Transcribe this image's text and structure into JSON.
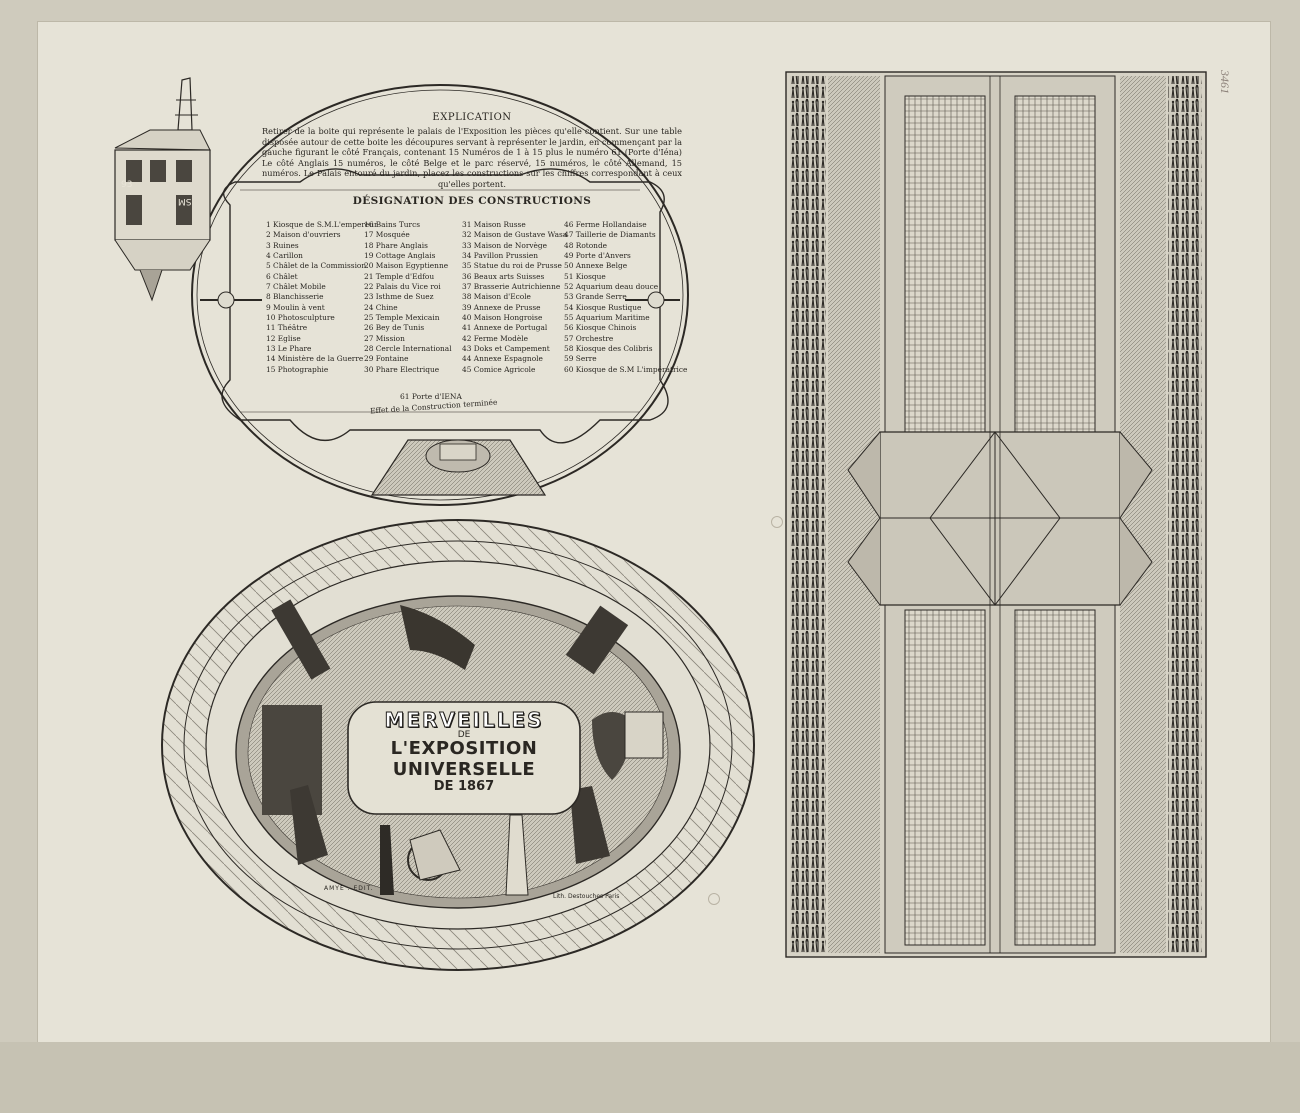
{
  "explication": {
    "title": "EXPLICATION",
    "text": "Retirer de la boite qui représente le palais de l'Exposition les pièces qu'elle contient. Sur une table disposée autour de cette boite les découpures servant à représenter le jardin, en commençant par la gauche figurant le côté Français, contenant 15 Numéros de 1 à 15 plus le numéro 61 (Porte d'Iéna) Le côté Anglais 15 numéros, le côté Belge et le parc réservé, 15 numéros, le côté Allemand, 15 numéros. Le Palais entouré du jardin, placez les constructions sur les chiffres correspondant à ceux qu'elles portent."
  },
  "designation": {
    "title": "DÉSIGNATION DES CONSTRUCTIONS",
    "columns": [
      [
        "1 Kiosque de S.M.L'empereur",
        "2 Maison d'ouvriers",
        "3 Ruines",
        "4 Carillon",
        "5 Châlet de la Commission",
        "6 Châlet",
        "7 Châlet Mobile",
        "8 Blanchisserie",
        "9 Moulin à vent",
        "10 Photosculpture",
        "11 Théâtre",
        "12 Eglise",
        "13 Le Phare",
        "14 Ministère de la Guerre",
        "15 Photographie"
      ],
      [
        "16 Bains Turcs",
        "17 Mosquée",
        "18 Phare Anglais",
        "19 Cottage Anglais",
        "20 Maison Egyptienne",
        "21 Temple d'Edfou",
        "22 Palais du Vice roi",
        "23 Isthme de Suez",
        "24 Chine",
        "25 Temple Mexicain",
        "26 Bey de Tunis",
        "27 Mission",
        "28 Cercle International",
        "29 Fontaine",
        "30 Phare Electrique"
      ],
      [
        "31 Maison Russe",
        "32 Maison de Gustave Wasa",
        "33 Maison de Norvège",
        "34 Pavillon Prussien",
        "35 Statue du roi de Prusse",
        "36 Beaux arts Suisses",
        "37 Brasserie Autrichienne",
        "38 Maison d'Ecole",
        "39 Annexe de Prusse",
        "40 Maison Hongroise",
        "41 Annexe de Portugal",
        "42 Ferme Modèle",
        "43 Doks et Campement",
        "44 Annexe Espagnole",
        "45 Comice Agricole"
      ],
      [
        "46 Ferme Hollandaise",
        "47 Taillerie de Diamants",
        "48 Rotonde",
        "49 Porte d'Anvers",
        "50 Annexe Belge",
        "51 Kiosque",
        "52 Aquarium deau douce",
        "53 Grande Serre",
        "54 Kiosque Rustique",
        "55 Aquarium Maritime",
        "56 Kiosque Chinois",
        "57 Orchestre",
        "58 Kiosque des Colibris",
        "59 Serre",
        "60 Kiosque de S.M L'impératrice"
      ]
    ],
    "porte": "61 Porte d'IENA",
    "effet": "Effet de la Construction terminée"
  },
  "tower": {
    "label_left": "93",
    "label_right": "SM"
  },
  "cartouche": {
    "line1": "MERVEILLES",
    "line2": "DE",
    "line3": "L'EXPOSITION UNIVERSELLE",
    "line4": "DE 1867"
  },
  "publisher": "AMYE . EDIT.",
  "printer": "Lith. Destouches Paris",
  "inventory": "3461"
}
